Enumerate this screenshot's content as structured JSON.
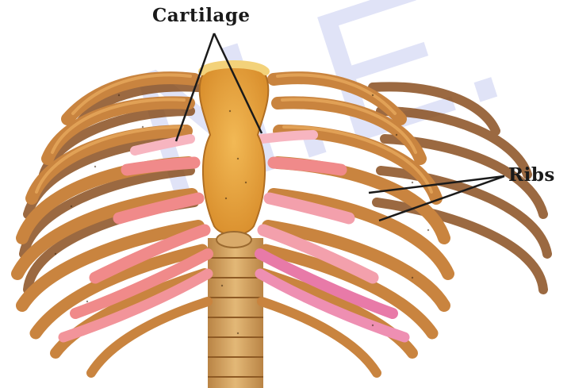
{
  "labels": {
    "cartilage": "Cartilage",
    "ribs": "Ribs"
  },
  "watermark": "N.E.",
  "colors": {
    "bone": "#c9843f",
    "bone_light": "#e8a95c",
    "bone_dark": "#8a5020",
    "cartilage": "#f08a8a",
    "cartilage_light": "#f7b5c0",
    "sternum": "#e6a03a",
    "spine": "#d9aa6a",
    "watermark": "#c8cdf2",
    "background": "#ffffff"
  }
}
